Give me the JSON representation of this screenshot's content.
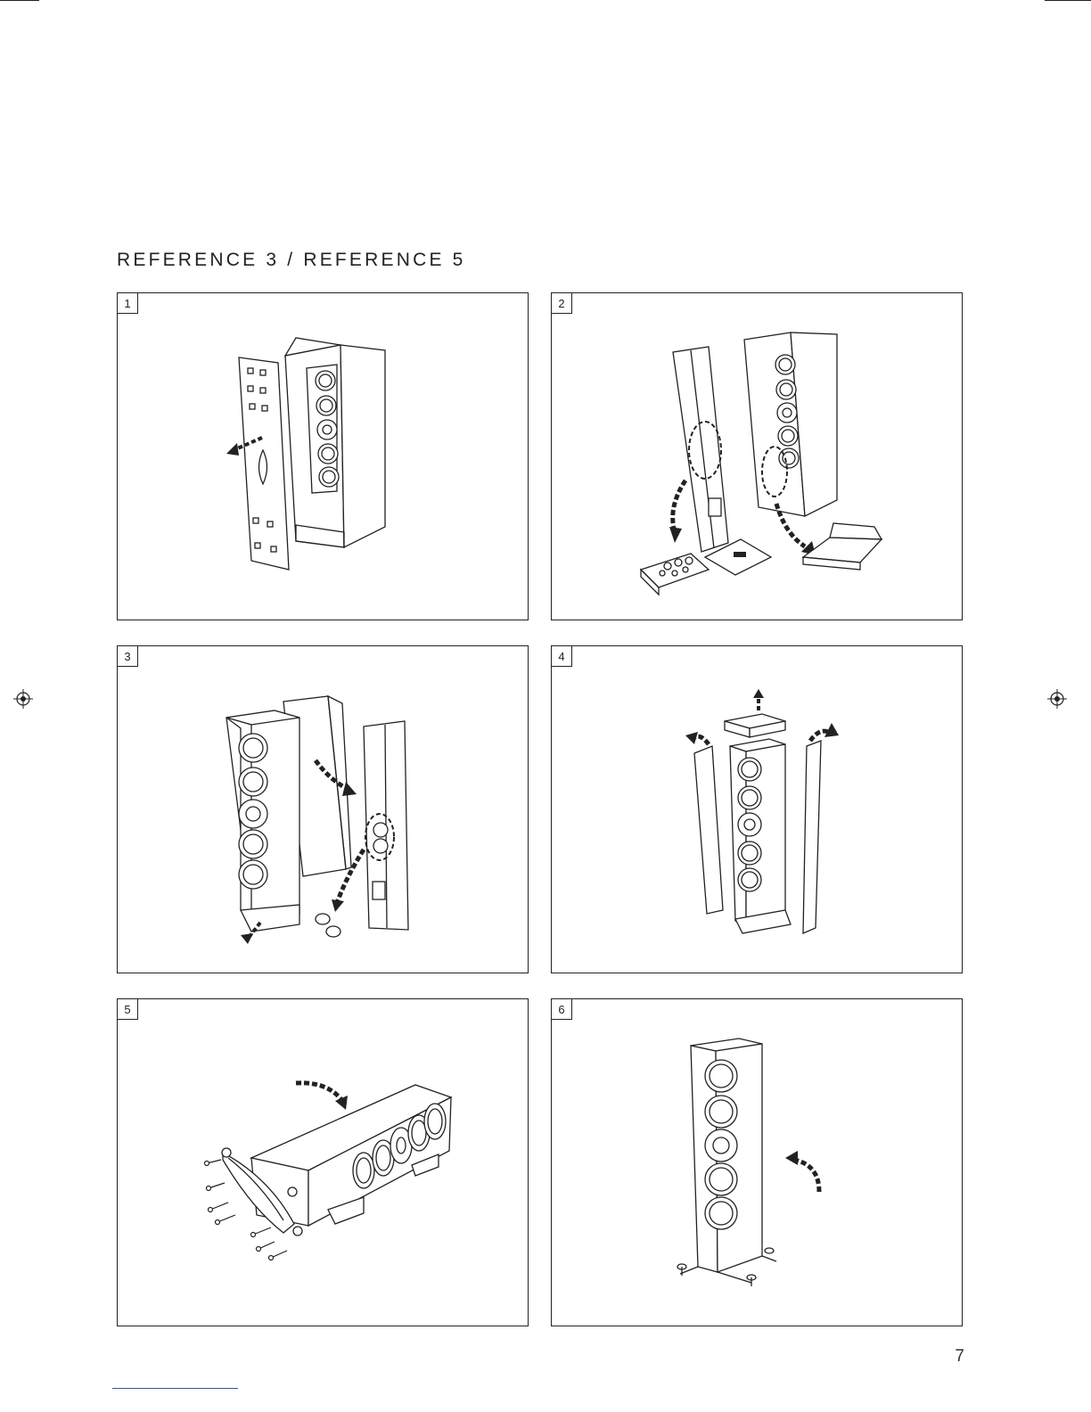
{
  "heading": "REFERENCE 3 / REFERENCE 5",
  "steps": [
    {
      "number": "1",
      "icon": "remove-cover-illustration-icon"
    },
    {
      "number": "2",
      "icon": "unpack-accessories-illustration-icon"
    },
    {
      "number": "3",
      "icon": "remove-inserts-illustration-icon"
    },
    {
      "number": "4",
      "icon": "lift-packaging-illustration-icon"
    },
    {
      "number": "5",
      "icon": "attach-plinth-illustration-icon"
    },
    {
      "number": "6",
      "icon": "stand-upright-illustration-icon"
    }
  ],
  "page_number": "7"
}
